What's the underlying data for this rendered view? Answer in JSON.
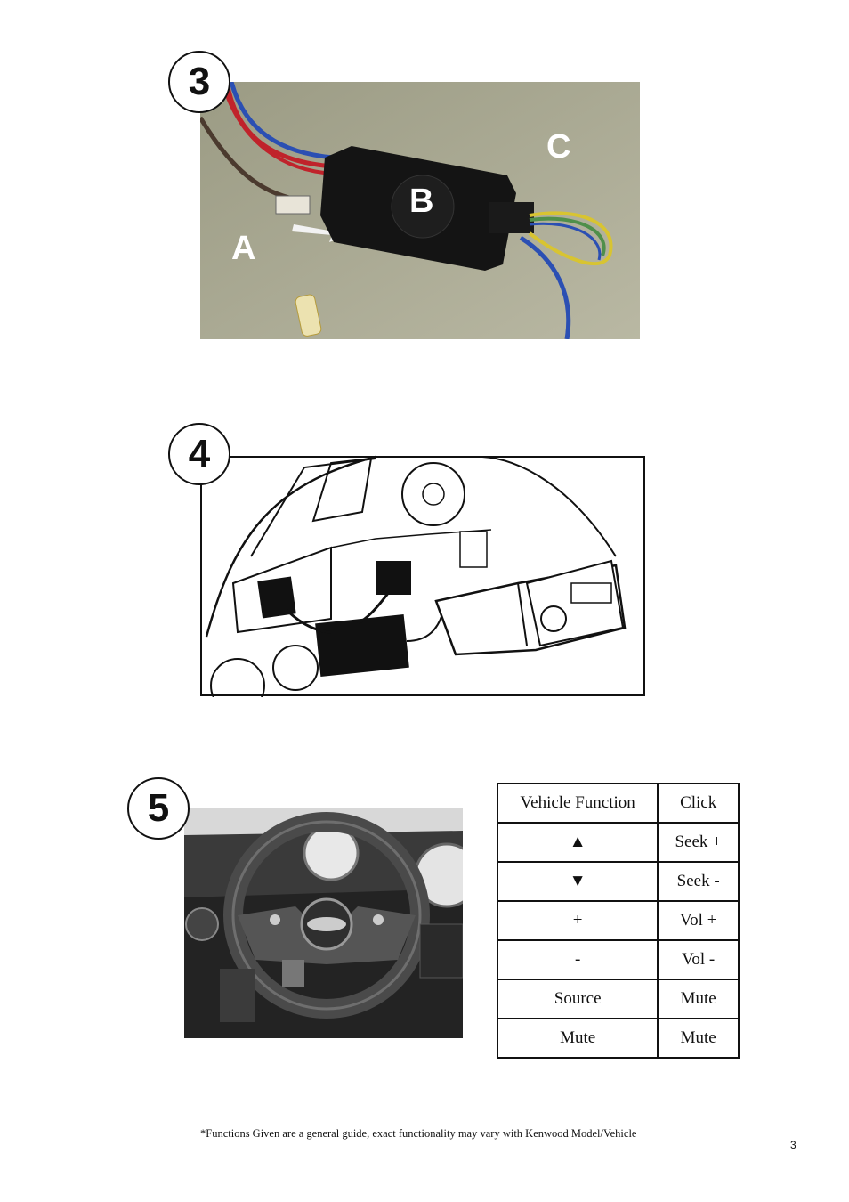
{
  "steps": {
    "step3": {
      "number": "3",
      "labels": {
        "a": "A",
        "b": "B",
        "c": "C"
      }
    },
    "step4": {
      "number": "4"
    },
    "step5": {
      "number": "5"
    }
  },
  "function_table": {
    "headers": [
      "Vehicle Function",
      "Click"
    ],
    "rows": [
      {
        "function": "▲",
        "click": "Seek +"
      },
      {
        "function": "▼",
        "click": "Seek -"
      },
      {
        "function": "+",
        "click": "Vol +"
      },
      {
        "function": "-",
        "click": "Vol -"
      },
      {
        "function": "Source",
        "click": "Mute"
      },
      {
        "function": "Mute",
        "click": "Mute"
      }
    ]
  },
  "footnote": "*Functions Given are a general guide, exact functionality may vary with Kenwood Model/Vehicle",
  "page_number": "3",
  "colors": {
    "wire_red": "#c0232b",
    "wire_blue": "#2b4fb3",
    "wire_yellow": "#d8c431",
    "wire_green": "#4f8f4a",
    "module": "#141414",
    "background_photo": "#a9a893"
  }
}
